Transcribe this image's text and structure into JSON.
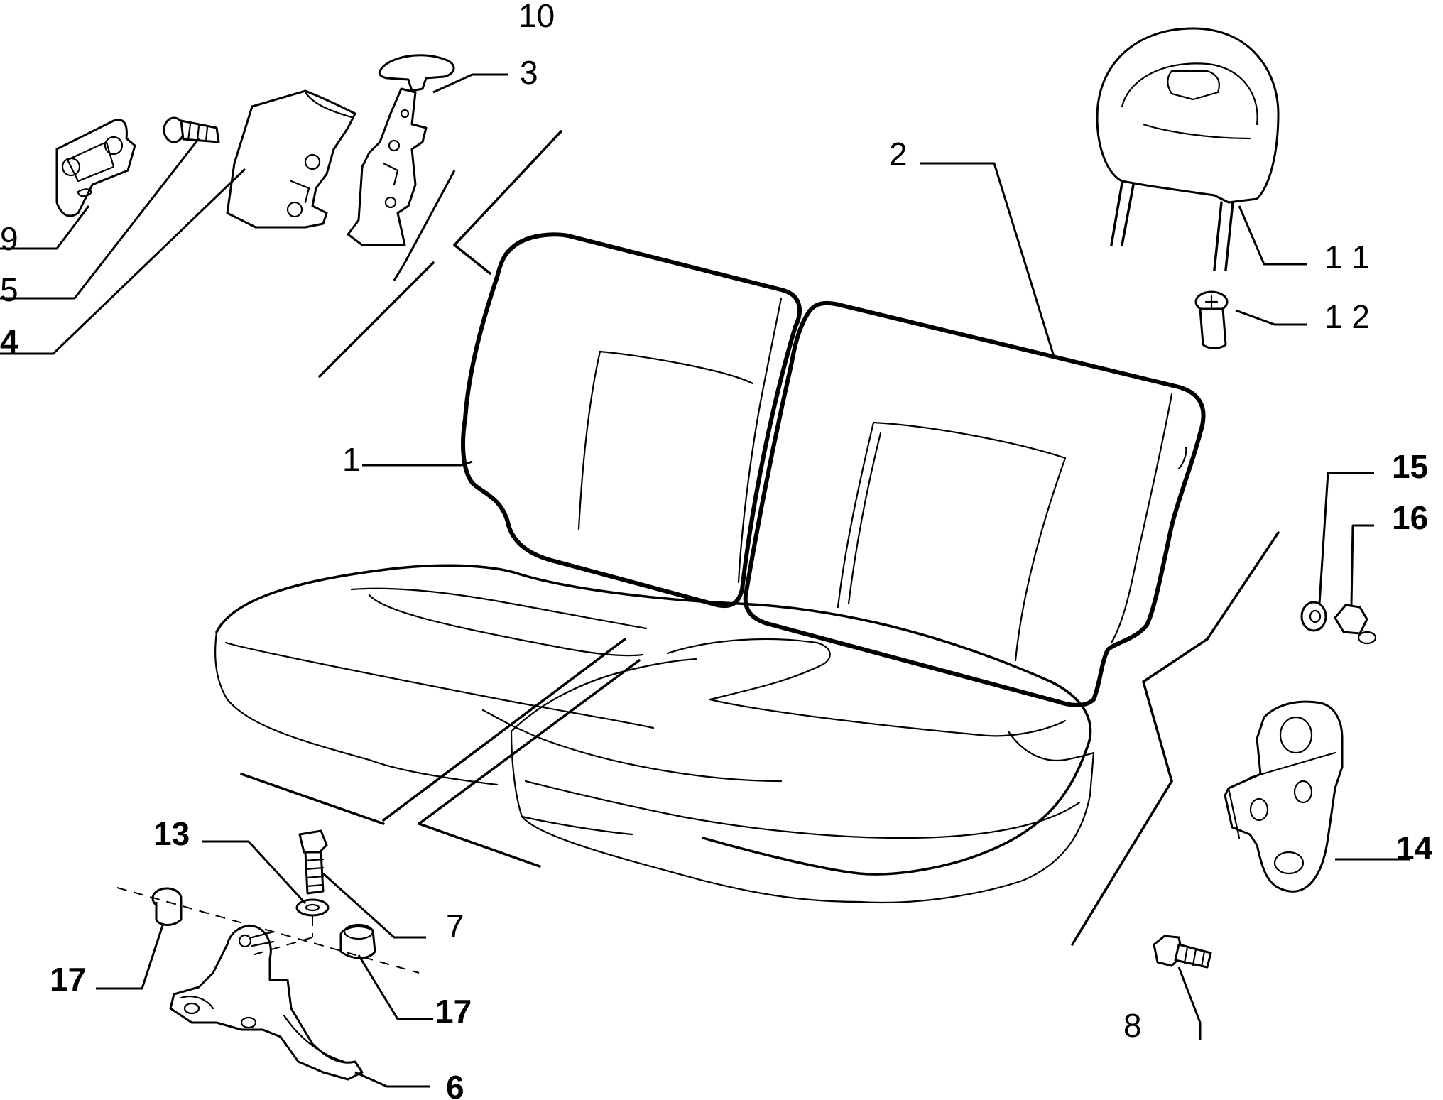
{
  "diagram": {
    "parts": [
      {
        "key": "p1",
        "label": "1"
      },
      {
        "key": "p2",
        "label": "2"
      },
      {
        "key": "p3",
        "label": "3"
      },
      {
        "key": "p4",
        "label": "4"
      },
      {
        "key": "p5",
        "label": "5"
      },
      {
        "key": "p6",
        "label": "6"
      },
      {
        "key": "p7",
        "label": "7"
      },
      {
        "key": "p8",
        "label": "8"
      },
      {
        "key": "p9",
        "label": "9"
      },
      {
        "key": "p10",
        "label": "10"
      },
      {
        "key": "p11",
        "label": "1 1"
      },
      {
        "key": "p12",
        "label": "1 2"
      },
      {
        "key": "p13",
        "label": "13"
      },
      {
        "key": "p14",
        "label": "14"
      },
      {
        "key": "p15",
        "label": "15"
      },
      {
        "key": "p16",
        "label": "16"
      },
      {
        "key": "p17a",
        "label": "17"
      },
      {
        "key": "p17b",
        "label": "17"
      }
    ]
  }
}
